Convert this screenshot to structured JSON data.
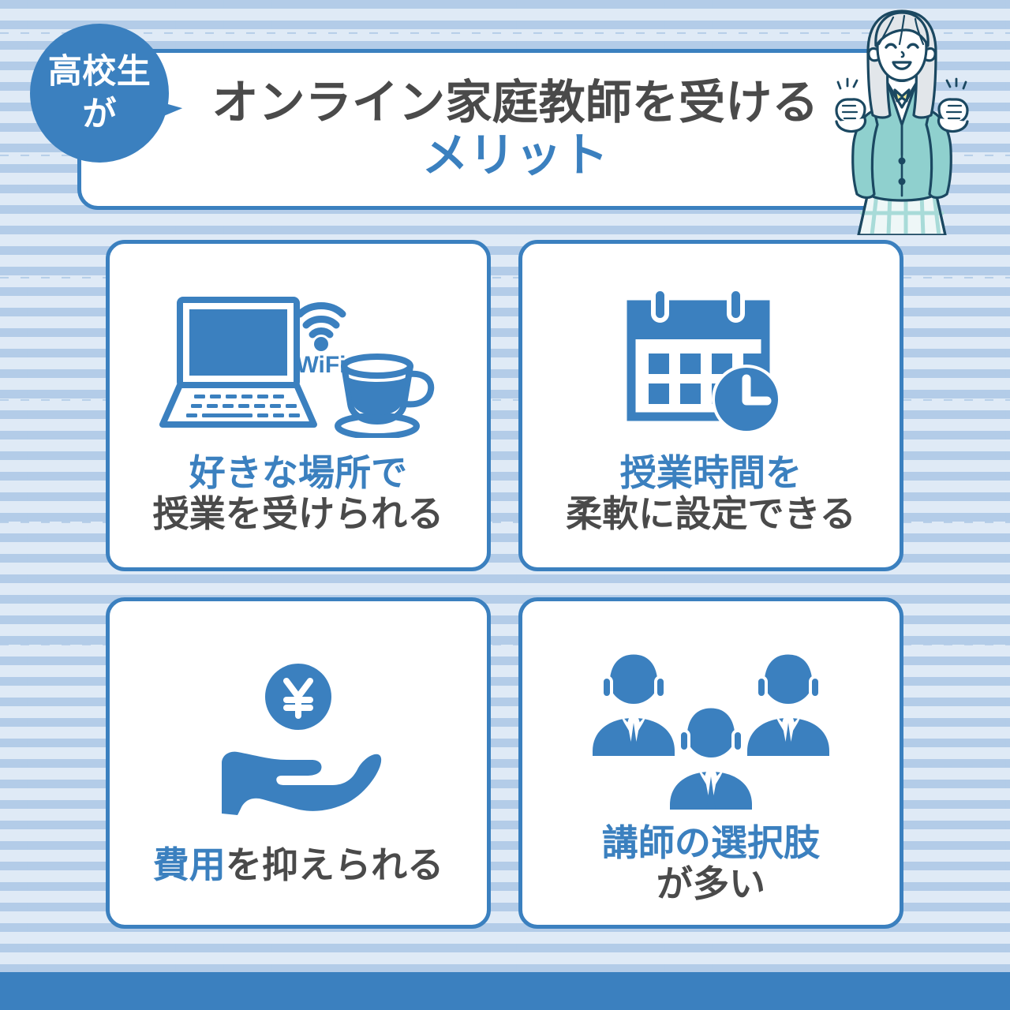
{
  "page": {
    "background_color": "#dfeaf6",
    "accent_color": "#3b80bf",
    "text_dark_color": "#4a4a4a",
    "bottom_bar_color": "#3b80bf"
  },
  "badge": {
    "line1": "高校生",
    "line2": "が"
  },
  "header": {
    "title_line1": "オンライン家庭教師を受ける",
    "title_line2": "メリット"
  },
  "cards": [
    {
      "id": "card-1",
      "icon": "laptop-wifi-coffee-icon",
      "text_line1": "好きな場所で",
      "text_line2": "授業を受けられる",
      "line1_color": "#3b80bf",
      "line2_color": "#4a4a4a",
      "wifi_label": "WiFi"
    },
    {
      "id": "card-2",
      "icon": "calendar-clock-icon",
      "text_line1": "授業時間を",
      "text_line2": "柔軟に設定できる",
      "line1_color": "#3b80bf",
      "line2_color": "#4a4a4a"
    },
    {
      "id": "card-3",
      "icon": "hand-yen-coin-icon",
      "text_line1": "費用",
      "text_line1b": "を抑えられる",
      "line1_color": "#3b80bf",
      "line1b_color": "#4a4a4a"
    },
    {
      "id": "card-4",
      "icon": "three-headset-people-icon",
      "text_line1": "講師の選択肢",
      "text_line2": "が多い",
      "line1_color": "#3b80bf",
      "line2_color": "#4a4a4a"
    }
  ],
  "character": {
    "name": "cheering-schoolgirl-illustration",
    "hair_color": "#e2e6ea",
    "blazer_color": "#8fd0ce",
    "ribbon_color": "#f7ef9c",
    "outline_color": "#1b4861"
  }
}
